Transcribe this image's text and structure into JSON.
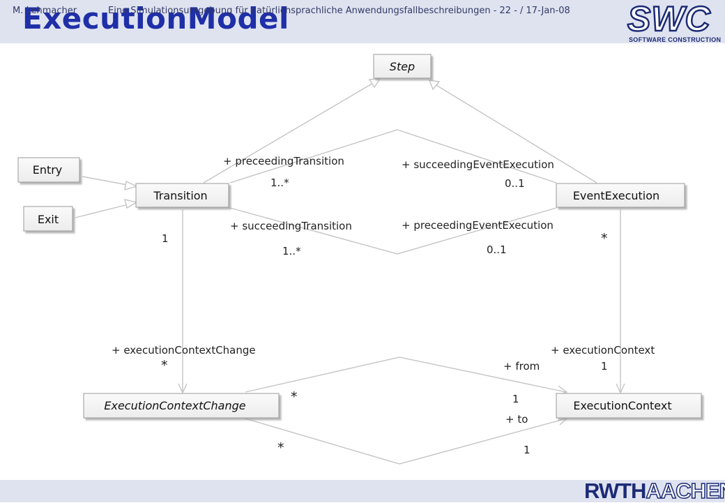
{
  "slide": {
    "title": "ExecutionModel",
    "logo_text": "SWC",
    "logo_subtext": "SOFTWARE CONSTRUCTION"
  },
  "diagram": {
    "classes": {
      "step": "Step",
      "entry": "Entry",
      "exit": "Exit",
      "transition": "Transition",
      "event_execution": "EventExecution",
      "execution_context_change": "ExecutionContextChange",
      "execution_context": "ExecutionContext"
    },
    "labels": {
      "preceeding_transition": "+ preceedingTransition",
      "preceeding_transition_mult": "1..*",
      "succeeding_event_execution": "+ succeedingEventExecution",
      "succeeding_event_execution_mult": "0..1",
      "succeeding_transition": "+ succeedingTransition",
      "succeeding_transition_mult": "1..*",
      "preceeding_event_execution": "+ preceedingEventExecution",
      "preceeding_event_execution_mult": "0..1",
      "transition_one": "1",
      "event_execution_star": "*",
      "execution_context_change_role": "+ executionContextChange",
      "execution_context_change_star": "*",
      "execution_context_role": "+ executionContext",
      "execution_context_one": "1",
      "from_role": "+ from",
      "from_star": "*",
      "from_one": "1",
      "to_role": "+ to",
      "to_star": "*",
      "to_one": "1"
    }
  },
  "footer": {
    "author": "M. Lehmacher",
    "text": "Eine Simulationsumgebung für natürlichsprachliche Anwendungsfallbeschreibungen  - 22 - / 17-Jan-08",
    "logo_part1": "RWTH",
    "logo_part2": "AACHEN"
  },
  "colors": {
    "title": "#1f2fa8",
    "header_band": "#dfe3f0",
    "line": "#c4c4c4",
    "logo": "#1c2b75"
  }
}
